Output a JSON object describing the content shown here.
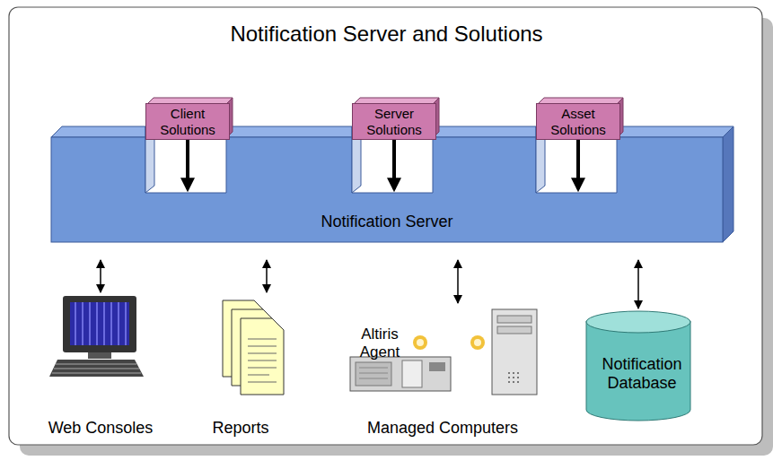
{
  "diagram": {
    "title": "Notification Server and Solutions",
    "nodes": [
      {
        "text": [
          "Notification Server"
        ]
      },
      {
        "text": [
          "Client Solutions"
        ]
      },
      {
        "text": [
          "Server Solutions"
        ]
      },
      {
        "text": [
          "Asset Solutions"
        ]
      },
      {
        "text": [
          "Web Consoles"
        ]
      },
      {
        "text": [
          "Reports"
        ]
      },
      {
        "text": [
          "Managed Computers"
        ]
      },
      {
        "text": [
          "Notification Database"
        ]
      }
    ],
    "edges": [
      {
        "from": 1,
        "to": 0,
        "arrow": "to"
      },
      {
        "from": 2,
        "to": 0,
        "arrow": "to"
      },
      {
        "from": 3,
        "to": 0,
        "arrow": "to"
      },
      {
        "from": 0,
        "to": 4,
        "arrow": "both"
      },
      {
        "from": 0,
        "to": 5,
        "arrow": "both"
      },
      {
        "from": 0,
        "to": 6,
        "arrow": "both"
      },
      {
        "from": 0,
        "to": 7,
        "arrow": "both"
      }
    ],
    "labels": [
      "Altiris Agent"
    ]
  }
}
